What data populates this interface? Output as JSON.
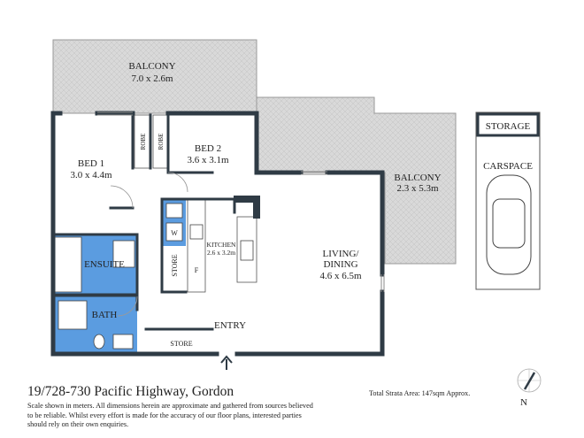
{
  "rooms": {
    "balcony_top": {
      "name": "BALCONY",
      "dims": "7.0 x 2.6m"
    },
    "balcony_right": {
      "name": "BALCONY",
      "dims": "2.3 x 5.3m"
    },
    "bed1": {
      "name": "BED 1",
      "dims": "3.0 x 4.4m"
    },
    "bed2": {
      "name": "BED 2",
      "dims": "3.6 x 3.1m"
    },
    "robe": "ROBE",
    "ensuite": "ENSUITE",
    "bath": "BATH",
    "laundry_w": "W",
    "store": "STORE",
    "fridge": "F",
    "kitchen": {
      "name": "KITCHEN",
      "dims": "2.6 x 3.2m"
    },
    "living": {
      "name_line1": "LIVING/",
      "name_line2": "DINING",
      "dims": "4.6 x 6.5m"
    },
    "entry": "ENTRY",
    "entry_store": "STORE",
    "storage": "STORAGE",
    "carspace": "CARSPACE"
  },
  "compass": {
    "label": "N",
    "icon": "north-arrow-icon"
  },
  "footer": {
    "title": "19/728-730 Pacific Highway, Gordon",
    "disclaimer": "Scale shown in meters. All dimensions herein are approximate and gathered from sources believed to be reliable. Whilst every effort is made for the accuracy of our floor plans, interested parties should rely on their own enquiries.",
    "strata_area": "Total Strata Area: 147sqm Approx."
  },
  "colors": {
    "wall": "#2f3b45",
    "wet_area": "#5b9ce0",
    "balcony": "#d9d9d9"
  }
}
